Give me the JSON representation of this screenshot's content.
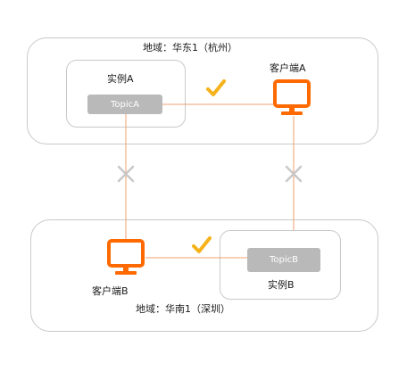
{
  "region_a": {
    "title": "地域：华东1（杭州）",
    "instance_label": "实例A",
    "topic_label": "TopicA",
    "client_label": "客户端A"
  },
  "region_b": {
    "title": "地域：华南1（深圳）",
    "instance_label": "实例B",
    "topic_label": "TopicB",
    "client_label": "客户端B"
  },
  "colors": {
    "line": "#f0a070",
    "client": "#ff6a00",
    "check": "#f5b21b",
    "cross": "#c8c8c8",
    "topic": "#b9b9b9",
    "border": "#c9c9c9"
  },
  "icons": {
    "client": "monitor-icon",
    "allowed": "check-icon",
    "denied": "cross-icon"
  }
}
